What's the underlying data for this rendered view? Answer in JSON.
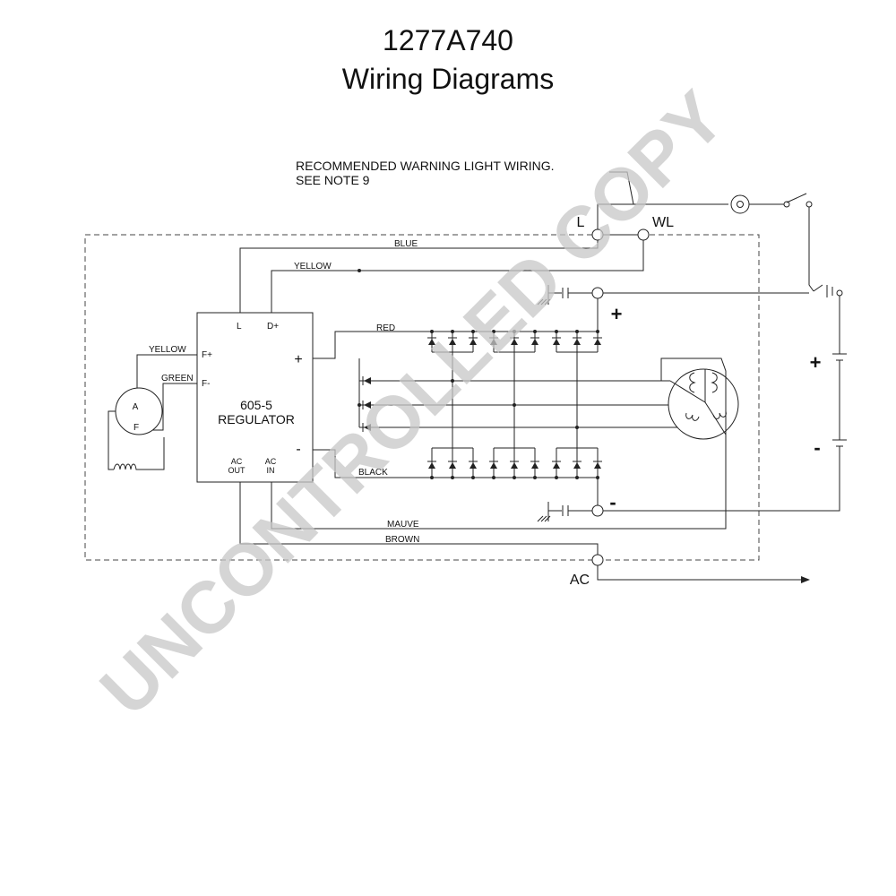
{
  "header": {
    "part_number": "1277A740",
    "title": "Wiring Diagrams"
  },
  "notes": {
    "line1": "RECOMMENDED WARNING LIGHT WIRING.",
    "line2": "SEE NOTE 9"
  },
  "terminals": {
    "l": "L",
    "wl": "WL",
    "ac": "AC",
    "pos": "+",
    "neg": "-"
  },
  "battery": {
    "pos": "+",
    "neg": "-"
  },
  "regulator": {
    "name_line1": "605-5",
    "name_line2": "REGULATOR",
    "pin_l": "L",
    "pin_d_plus": "D+",
    "pin_f_plus": "F+",
    "pin_f_minus": "F-",
    "pin_plus": "+",
    "pin_minus": "-",
    "ac_out_line1": "AC",
    "ac_out_line2": "OUT",
    "ac_in_line1": "AC",
    "ac_in_line2": "IN"
  },
  "field": {
    "a_label": "A",
    "f_label": "F"
  },
  "wires": {
    "blue": "BLUE",
    "yellow_top": "YELLOW",
    "yellow_field": "YELLOW",
    "green": "GREEN",
    "red": "RED",
    "black": "BLACK",
    "mauve": "MAUVE",
    "brown": "BROWN"
  },
  "watermark": "UNCONTROLLED COPY"
}
